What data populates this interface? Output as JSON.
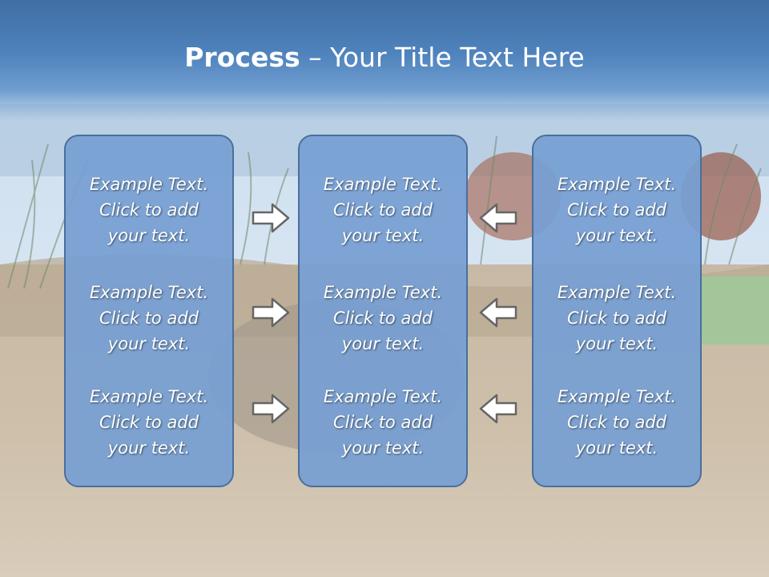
{
  "title": {
    "bold": "Process",
    "rest": " – Your Title Text Here"
  },
  "panels": [
    {
      "items": [
        {
          "l1": "Example Text.",
          "l2": "Click  to add",
          "l3": "your text."
        },
        {
          "l1": "Example Text.",
          "l2": "Click  to add",
          "l3": "your text."
        },
        {
          "l1": "Example Text.",
          "l2": "Click  to add",
          "l3": "your text."
        }
      ]
    },
    {
      "items": [
        {
          "l1": "Example Text.",
          "l2": "Click  to add",
          "l3": "your text."
        },
        {
          "l1": "Example Text.",
          "l2": "Click  to add",
          "l3": "your text."
        },
        {
          "l1": "Example Text.",
          "l2": "Click  to add",
          "l3": "your text."
        }
      ]
    },
    {
      "items": [
        {
          "l1": "Example Text.",
          "l2": "Click  to add",
          "l3": "your text."
        },
        {
          "l1": "Example Text.",
          "l2": "Click  to add",
          "l3": "your text."
        },
        {
          "l1": "Example Text.",
          "l2": "Click  to add",
          "l3": "your text."
        }
      ]
    }
  ],
  "colors": {
    "panel": "#769fd3",
    "panel_border": "#4a6f9c",
    "title_bar": "#4f83bd",
    "arrow_fill": "#ffffff",
    "arrow_stroke": "#666666"
  },
  "icons": {
    "left_arrows": "right-arrow-icon",
    "right_arrows": "left-arrow-icon"
  }
}
